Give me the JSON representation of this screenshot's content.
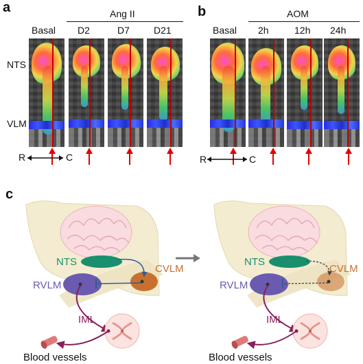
{
  "panel_a": {
    "letter": "a",
    "group_label": "Ang II",
    "columns": [
      "Basal",
      "D2",
      "D7",
      "D21"
    ],
    "row_labels": [
      "NTS",
      "VLM"
    ],
    "axis_left": "R",
    "axis_right": "C"
  },
  "panel_b": {
    "letter": "b",
    "group_label": "AOM",
    "columns": [
      "Basal",
      "2h",
      "12h",
      "24h"
    ],
    "axis_left": "R",
    "axis_right": "C"
  },
  "panel_c": {
    "letter": "c",
    "left": {
      "nts": "NTS",
      "cvlm": "CVLM",
      "rvlm": "RVLM",
      "iml": "IML",
      "vessels": "Blood vessels"
    },
    "right": {
      "nts": "NTS",
      "cvlm": "CVLM",
      "rvlm": "RVLM",
      "iml": "IML",
      "vessels": "Blood vessels"
    }
  },
  "colors": {
    "nts": "#1a8f6e",
    "cvlm": "#c8702f",
    "rvlm": "#6a5bb0",
    "iml": "#d9607a",
    "pathway": "#8a1f5c",
    "red_marker": "#e00000"
  }
}
